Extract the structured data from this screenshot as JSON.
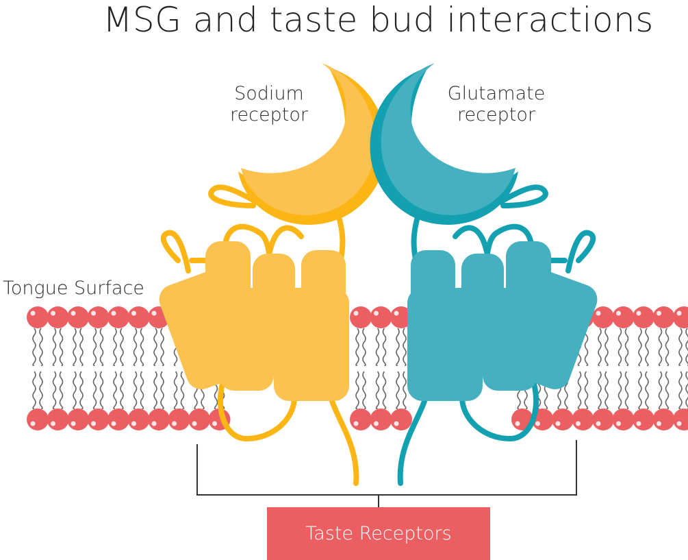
{
  "title": "MSG and taste bud interactions",
  "labels": {
    "sodium_line1": "Sodium",
    "sodium_line2": "receptor",
    "glutamate_line1": "Glutamate",
    "glutamate_line2": "receptor",
    "tongue_surface": "Tongue Surface",
    "taste_receptors": "Taste Receptors"
  },
  "colors": {
    "sodium": "#fcc24f",
    "sodium_dark": "#fbb616",
    "glutamate": "#45b0bf",
    "glutamate_dark": "#13a1b2",
    "lipid_head": "#eb5f63",
    "lipid_tail": "#666666",
    "bracket": "#333333"
  }
}
